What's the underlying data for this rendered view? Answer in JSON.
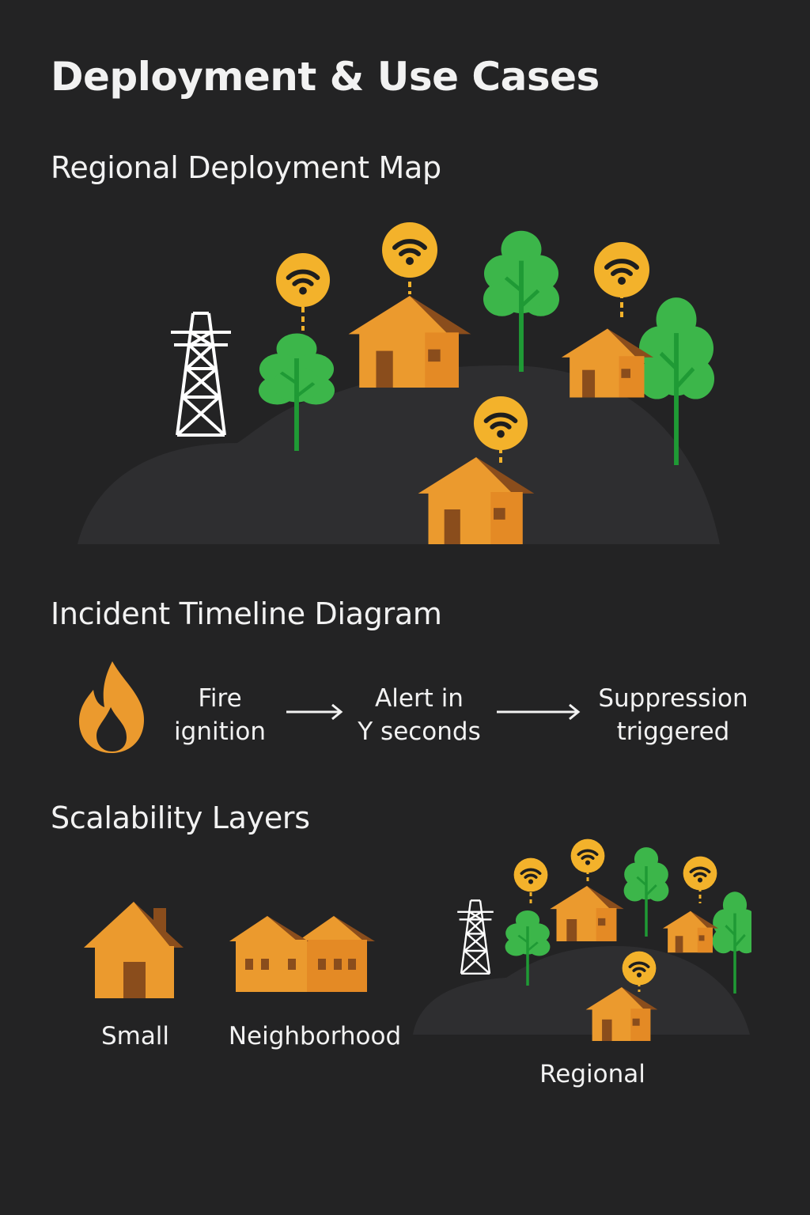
{
  "title": "Deployment & Use Cases",
  "sections": {
    "map": {
      "title": "Regional Deployment Map"
    },
    "timeline": {
      "title": "Incident Timeline Diagram",
      "steps": [
        {
          "label": "Fire\nignition",
          "icon": "fire-icon"
        },
        {
          "label": "Alert in\nY seconds"
        },
        {
          "label": "Suppression\ntriggered"
        }
      ]
    },
    "scalability": {
      "title": "Scalability Layers",
      "layers": [
        {
          "label": "Small",
          "icon": "house-icon"
        },
        {
          "label": "Neighborhood",
          "icon": "two-houses-icon"
        },
        {
          "label": "Regional",
          "icon": "regional-map-icon"
        }
      ]
    }
  },
  "icons": {
    "sensor": "wifi-sensor-icon",
    "tower": "power-tower-icon",
    "tree": "tree-icon",
    "house": "house-icon"
  },
  "colors": {
    "background": "#232324",
    "hill": "#2e2e30",
    "house_wall": "#eb9a2e",
    "house_roof": "#8a4d1c",
    "sensor": "#f3b22b",
    "tree": "#3cb64a",
    "tower": "#ffffff",
    "text": "#f2f2f2"
  }
}
